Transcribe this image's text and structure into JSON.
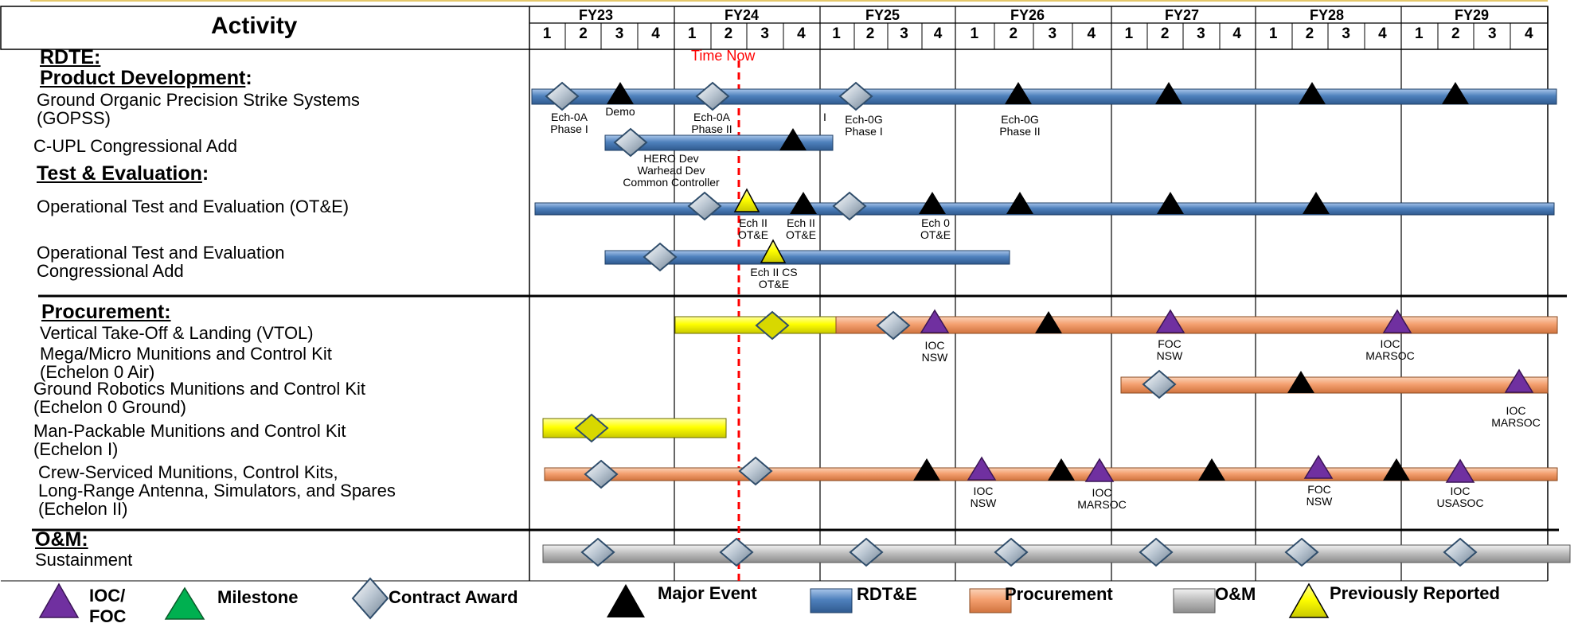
{
  "header": {
    "activity_label": "Activity",
    "fiscal_years": [
      "FY23",
      "FY24",
      "FY25",
      "FY26",
      "FY27",
      "FY28",
      "FY29"
    ],
    "quarters": [
      "1",
      "2",
      "3",
      "4"
    ]
  },
  "time_now_label": "Time Now",
  "sections": {
    "rdte": "RDTE:",
    "product_development": "Product Development",
    "product_development_colon": ":",
    "test_evaluation": "Test & Evaluation",
    "test_evaluation_colon": ":",
    "procurement": "Procurement:",
    "om": "O&M:"
  },
  "activities": [
    {
      "line1": "Ground Organic Precision Strike Systems",
      "line2": "(GOPSS)"
    },
    {
      "line1": "C-UPL Congressional Add"
    },
    {
      "line1": "Operational Test and Evaluation (OT&E)"
    },
    {
      "line1": "Operational Test and Evaluation",
      "line2": "Congressional Add"
    },
    {
      "line1": "Vertical Take-Off & Landing (VTOL)"
    },
    {
      "line1": "Mega/Micro Munitions and Control Kit",
      "line2": "(Echelon 0 Air)"
    },
    {
      "line1": "Ground Robotics Munitions and Control Kit",
      "line2": "(Echelon 0 Ground)"
    },
    {
      "line1": "Man-Packable Munitions and Control Kit",
      "line2": "(Echelon I)"
    },
    {
      "line1": "Crew-Serviced Munitions, Control Kits,",
      "line2": "Long-Range Antenna, Simulators, and Spares",
      "line3": "(Echelon II)"
    },
    {
      "line1": "Sustainment"
    }
  ],
  "annotations": [
    "Ech-0A\nPhase I",
    "Demo",
    "Ech-0A\nPhase II",
    "I",
    "Ech-0G\nPhase I",
    "Ech-0G\nPhase II",
    "HERO Dev\nWarhead Dev\nCommon Controller",
    "Ech II\nOT&E",
    "Ech II\nOT&E",
    "Ech 0\nOT&E",
    "Ech II CS\nOT&E",
    "IOC\nNSW",
    "FOC\nNSW",
    "IOC\nMARSOC",
    "IOC\nMARSOC",
    "IOC\nNSW",
    "IOC\nMARSOC",
    "FOC\nNSW",
    "IOC\nUSASOC"
  ],
  "legend": {
    "ioc_foc_line1": "IOC/",
    "ioc_foc_line2": "FOC",
    "milestone": "Milestone",
    "contract_award": "Contract Award",
    "major_event": "Major Event",
    "rdte": "RDT&E",
    "procurement": "Procurement",
    "om": "O&M",
    "previously_reported": "Previously Reported"
  },
  "colors": {
    "rdte": "#4f81bd",
    "procurement": "#f4a070",
    "om": "#c0c0c0",
    "previously_reported": "#ffff00",
    "ioc_foc": "#7030a0",
    "milestone": "#00b050",
    "major_event": "#000000",
    "time_now": "#ff0000"
  }
}
